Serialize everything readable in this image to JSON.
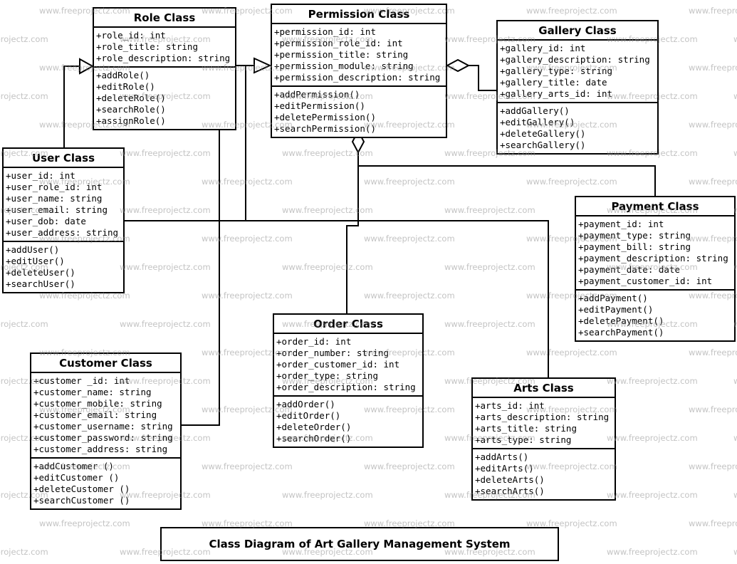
{
  "diagram": {
    "caption": "Class Diagram of Art Gallery Management System",
    "watermark": "www.freeprojectz.com",
    "classes": {
      "role": {
        "title": "Role Class",
        "attributes": [
          "+role_id: int",
          "+role_title: string",
          "+role_description: string"
        ],
        "methods": [
          "+addRole()",
          "+editRole()",
          "+deleteRole()",
          "+searchRole()",
          "+assignRole()"
        ]
      },
      "permission": {
        "title": "Permission Class",
        "attributes": [
          "+permission_id: int",
          "+permission_role_id: int",
          "+permission_title: string",
          "+permission_module: string",
          "+permission_description: string"
        ],
        "methods": [
          "+addPermission()",
          "+editPermission()",
          "+deletePermission()",
          "+searchPermission()"
        ]
      },
      "gallery": {
        "title": "Gallery Class",
        "attributes": [
          "+gallery_id: int",
          "+gallery_description: string",
          "+gallery_type: string",
          "+gallery_title: date",
          "+gallery_arts_id: int"
        ],
        "methods": [
          "+addGallery()",
          "+editGallery()",
          "+deleteGallery()",
          "+searchGallery()"
        ]
      },
      "user": {
        "title": "User Class",
        "attributes": [
          "+user_id: int",
          "+user_role_id: int",
          "+user_name: string",
          "+user_email: string",
          "+user_dob: date",
          "+user_address: string"
        ],
        "methods": [
          "+addUser()",
          "+editUser()",
          "+deleteUser()",
          "+searchUser()"
        ]
      },
      "payment": {
        "title": "Payment Class",
        "attributes": [
          "+payment_id: int",
          "+payment_type: string",
          "+payment_bill: string",
          "+payment_description: string",
          "+payment_date: date",
          "+payment_customer_id: int"
        ],
        "methods": [
          "+addPayment()",
          "+editPayment()",
          "+deletePayment()",
          "+searchPayment()"
        ]
      },
      "order": {
        "title": "Order Class",
        "attributes": [
          "+order_id: int",
          "+order_number: string",
          "+order_customer_id: int",
          "+order_type: string",
          "+order_description: string"
        ],
        "methods": [
          "+addOrder()",
          "+editOrder()",
          "+deleteOrder()",
          "+searchOrder()"
        ]
      },
      "customer": {
        "title": "Customer Class",
        "attributes": [
          "+customer _id: int",
          "+customer_name: string",
          "+customer_mobile: string",
          "+customer_email: string",
          "+customer_username: string",
          "+customer_password: string",
          "+customer_address: string"
        ],
        "methods": [
          "+addCustomer ()",
          "+editCustomer ()",
          "+deleteCustomer ()",
          "+searchCustomer ()"
        ]
      },
      "arts": {
        "title": "Arts Class",
        "attributes": [
          "+arts_id: int",
          "+arts_description: string",
          "+arts_title: string",
          "+arts_type: string"
        ],
        "methods": [
          "+addArts()",
          "+editArts()",
          "+deleteArts()",
          "+searchArts()"
        ]
      }
    },
    "relationships": [
      {
        "from": "User Class",
        "to": "Role Class",
        "marker": "hollow-triangle"
      },
      {
        "from": "Role Class",
        "to": "Permission Class",
        "marker": "hollow-triangle"
      },
      {
        "from": "Gallery Class",
        "to": "Permission Class",
        "marker": "hollow-diamond"
      },
      {
        "from": "Order Class",
        "to": "Permission Class",
        "marker": "hollow-diamond"
      },
      {
        "from": "Payment Class",
        "to": "Permission Class",
        "marker": "plain-line"
      },
      {
        "from": "Customer Class",
        "to": "Role Class",
        "marker": "plain-line"
      },
      {
        "from": "Arts Class",
        "to": "User Class",
        "marker": "plain-line"
      }
    ],
    "line_color": "#000000",
    "watermark_color": "#919191"
  }
}
